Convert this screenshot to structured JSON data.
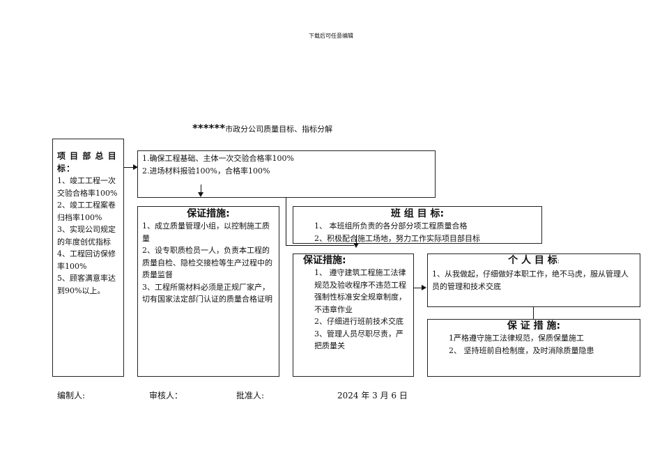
{
  "header": {
    "note": "下载后可任意编辑"
  },
  "title": {
    "stars": "******",
    "text": "市政分公司质量目标、指标分解"
  },
  "project_goal": {
    "heading": "项 目 部 总 目 标：",
    "lines": [
      "1、竣工工程一次交验合格率100%",
      "2、竣工工程案卷归档率100%",
      "3、实现公司规定的年度创优指标",
      "4、工程回访保修率100%",
      "5、顾客满意率达到90%以上。"
    ]
  },
  "top_box": {
    "lines": [
      "1.确保工程基础、主体一次交验合格率100%",
      "2.进场材料报验100%，合格率100%"
    ]
  },
  "measures_1": {
    "heading": "保证措施:",
    "items": [
      "1、成立质量管理小组，以控制施工质量",
      "2、设专职质检员一人，负责本工程的质量自检、隐检交接检等生产过程中的质量监督",
      "3、工程所需材料必须是正规厂家产，切有国家法定部门认证的质量合格证明"
    ]
  },
  "team_goal": {
    "heading": "班 组 目 标:",
    "items": [
      "1、 本班组所负责的各分部分项工程质量合格",
      "2、积极配合施工场地，努力工作实际项目部目标"
    ]
  },
  "measures_2": {
    "heading": "保证措施:",
    "items": [
      "1、 遵守建筑工程施工法律规范及验收程序不违范工程强制性标准安全规章制度，不违章作业",
      "2、仔细进行班前技术交底",
      "3、管理人员尽职尽责，严把质量关"
    ]
  },
  "personal_goal": {
    "heading": "个 人 目 标",
    "colon": ":",
    "items": [
      "1、从我做起，仔细做好本职工作，绝不马虎，服从管理人员的管理和技术交底"
    ]
  },
  "measures_3": {
    "heading": "保 证 措 施:",
    "items": [
      "1严格遵守施工法律规范，保质保量施工",
      "2、 坚持班前自检制度，及时消除质量隐患"
    ]
  },
  "footer": {
    "compiler": "编制人:",
    "reviewer": "审核人：",
    "approver": "批准人:",
    "date": "2024 年 3 月 6 日"
  }
}
